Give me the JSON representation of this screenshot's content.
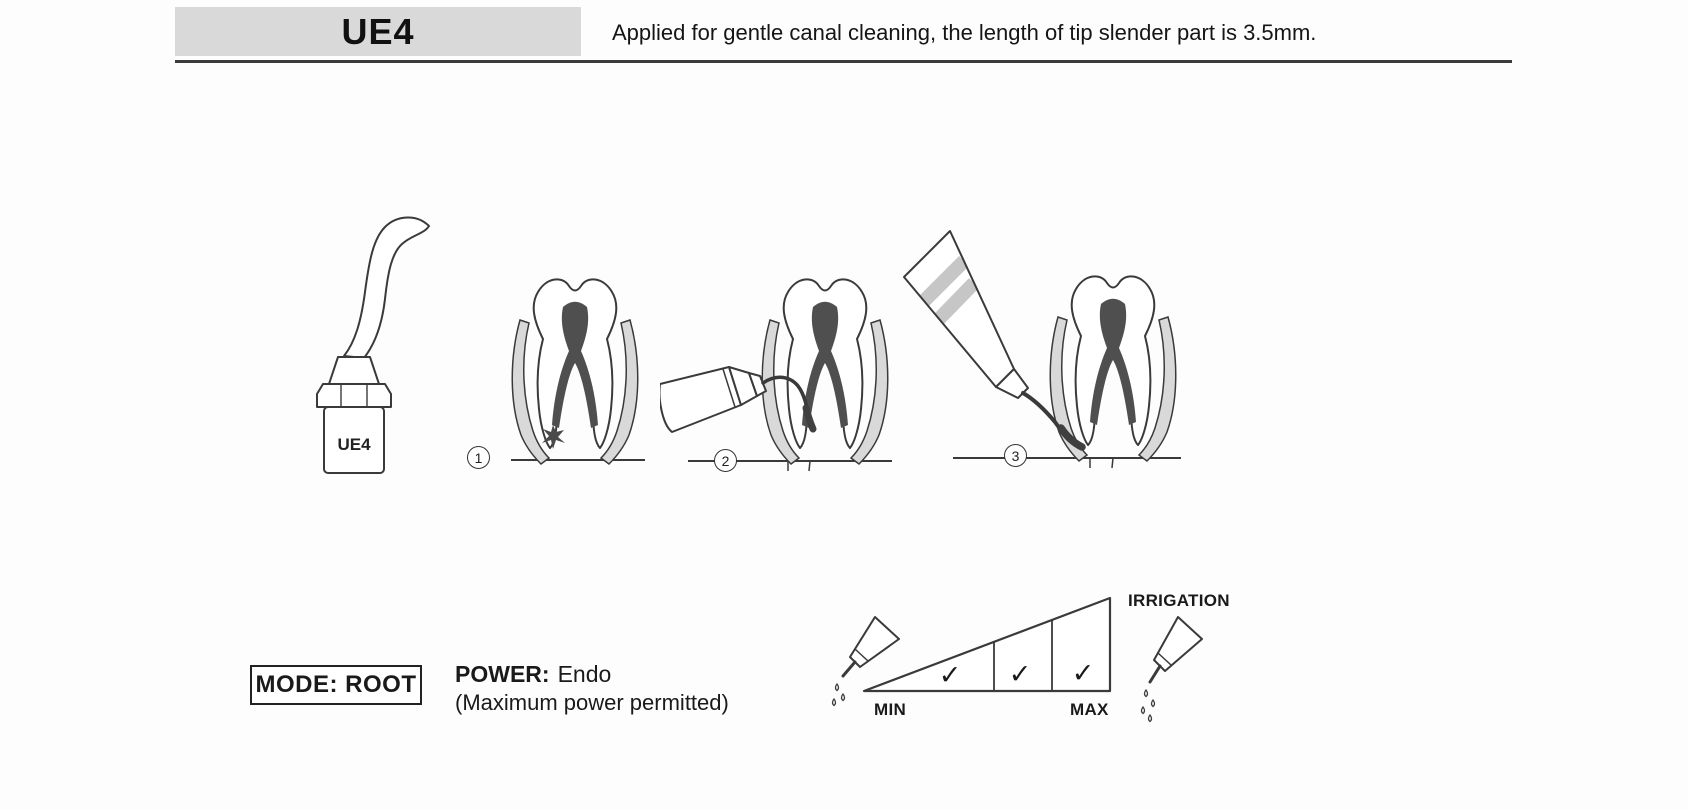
{
  "header": {
    "model": "UE4",
    "description": "Applied for gentle canal cleaning, the length of tip slender part is 3.5mm."
  },
  "tip_label": "UE4",
  "steps": [
    "1",
    "2",
    "3"
  ],
  "mode": {
    "label": "MODE: ROOT"
  },
  "power": {
    "label": "POWER:",
    "value": "Endo",
    "note": "(Maximum power permitted)"
  },
  "power_scale": {
    "min": "MIN",
    "max": "MAX",
    "irrigation": "IRRIGATION",
    "checks": [
      "✓",
      "✓",
      "✓"
    ]
  },
  "colors": {
    "header_bg": "#d9d9d9",
    "ink": "#1a1a1a",
    "line": "#3a3a3a",
    "canal": "#4f4f4f",
    "gum_shade": "#d9d9d9",
    "band_gray": "#c6c6c6"
  }
}
